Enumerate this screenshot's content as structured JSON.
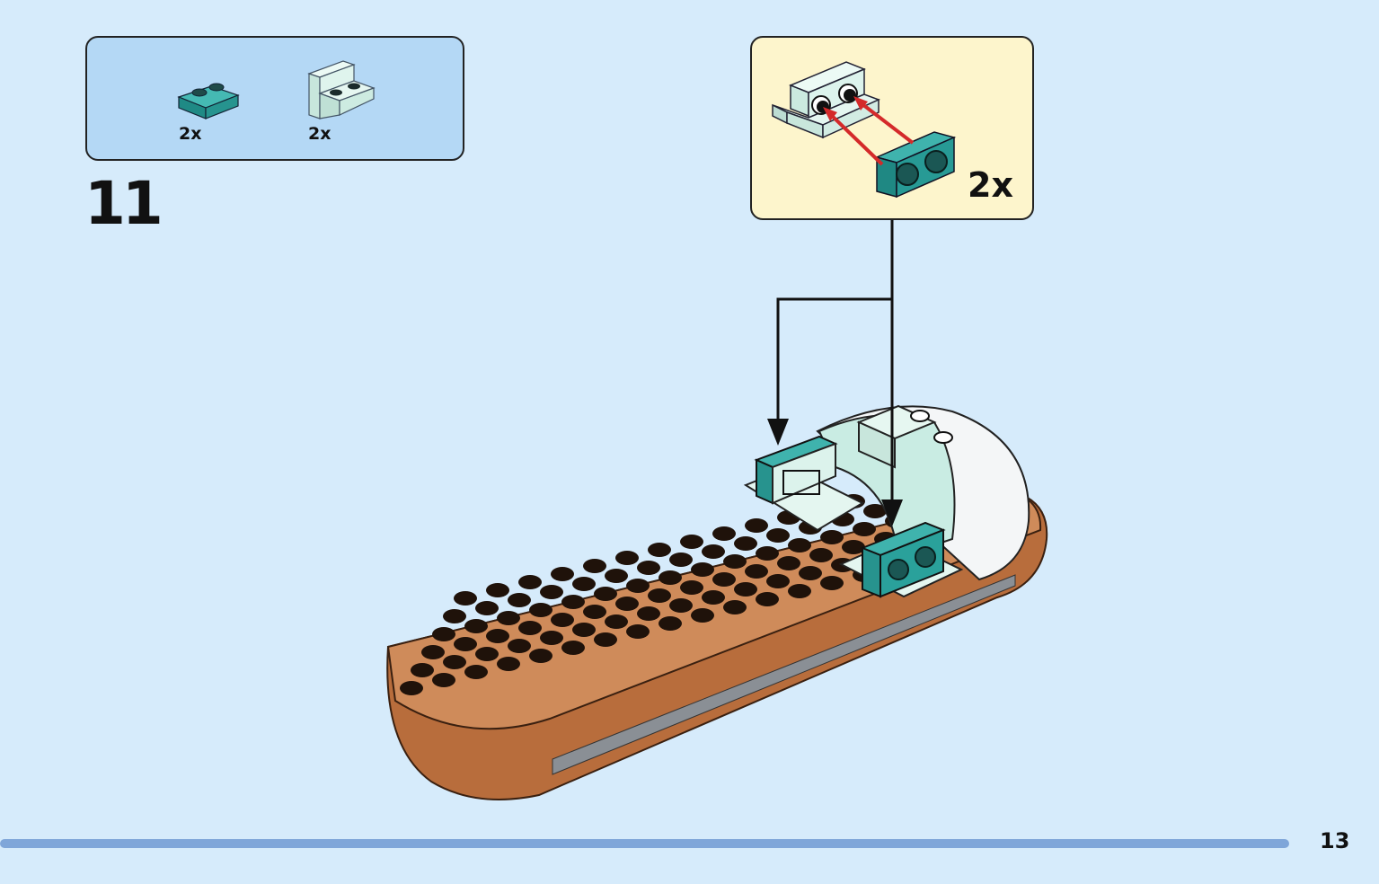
{
  "step": {
    "number": "11"
  },
  "parts_list": [
    {
      "name": "teal-plate-1x2",
      "quantity": "2x",
      "color": "#2a9d98"
    },
    {
      "name": "light-aqua-bracket-1x2-2x2",
      "quantity": "2x",
      "color": "#d4f0e8"
    }
  ],
  "submodel": {
    "quantity": "2x",
    "arrow_color": "#d42a2a"
  },
  "colors": {
    "background": "#d6ebfb",
    "parts_box": "#b4d8f5",
    "submodel_box": "#fdf5cc",
    "base_brown": "#c9804f",
    "canopy_white": "#f4f6f7",
    "progress": "#7fa6d9"
  },
  "page": {
    "number": "13"
  }
}
